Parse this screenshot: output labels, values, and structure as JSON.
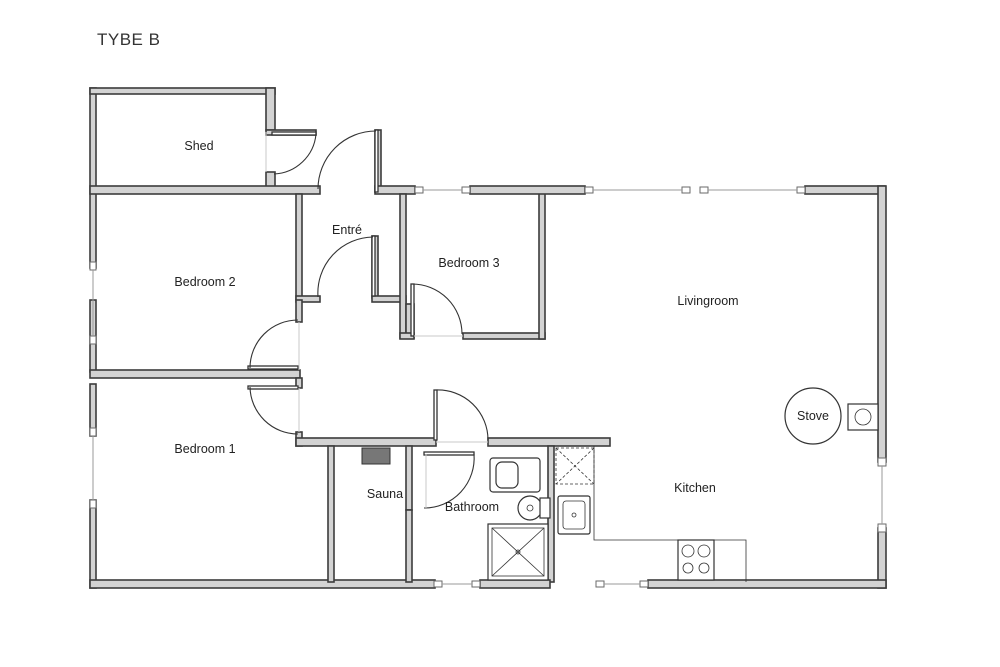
{
  "title": "TYBE B",
  "rooms": {
    "shed": "Shed",
    "entry": "Entré",
    "bedroom2": "Bedroom 2",
    "bedroom3": "Bedroom 3",
    "livingroom": "Livingroom",
    "bedroom1": "Bedroom 1",
    "sauna": "Sauna",
    "bathroom": "Bathroom",
    "kitchen": "Kitchen"
  },
  "fixtures": {
    "stove": "Stove"
  }
}
